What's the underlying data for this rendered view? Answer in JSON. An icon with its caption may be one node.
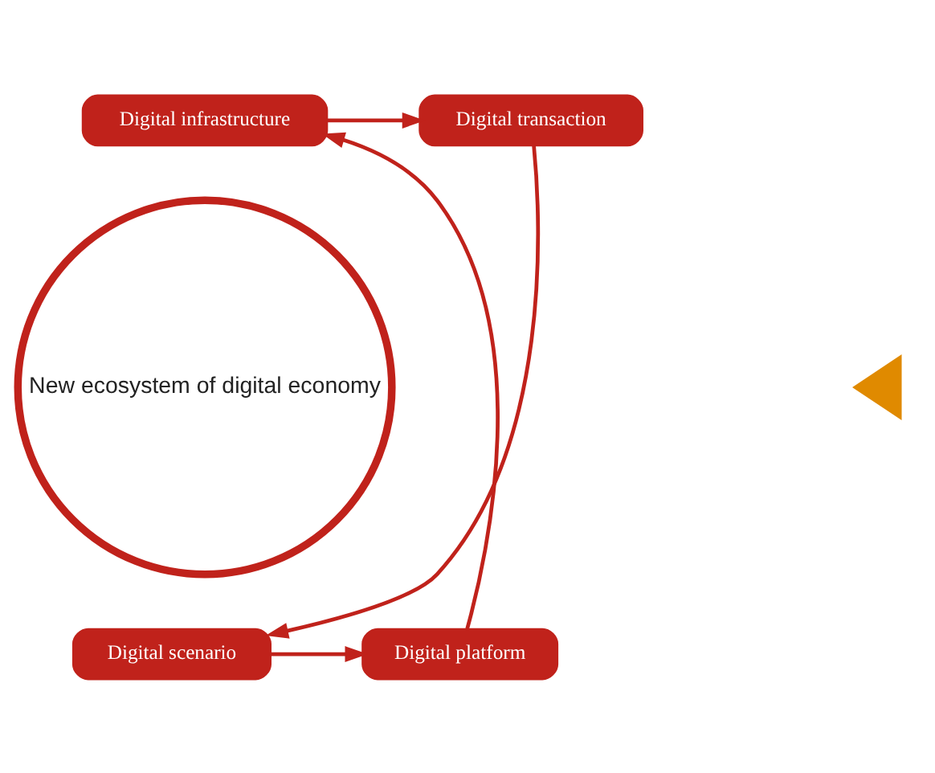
{
  "diagram": {
    "nodes": [
      {
        "text": [
          "New ecosystem of digital economy"
        ]
      },
      {
        "text": [
          "Digital infrastructure"
        ]
      },
      {
        "text": [
          "Digital transaction"
        ]
      },
      {
        "text": [
          "Digital scenario"
        ]
      },
      {
        "text": [
          "Digital platform"
        ]
      },
      {
        "text": [],
        "shape": "triangle"
      }
    ],
    "edges": [
      {
        "from": 1,
        "to": 2,
        "arrow": "to"
      },
      {
        "from": 2,
        "to": 3,
        "arrow": "to"
      },
      {
        "from": 3,
        "to": 4,
        "arrow": "to"
      },
      {
        "from": 4,
        "to": 1,
        "arrow": "to"
      }
    ]
  }
}
